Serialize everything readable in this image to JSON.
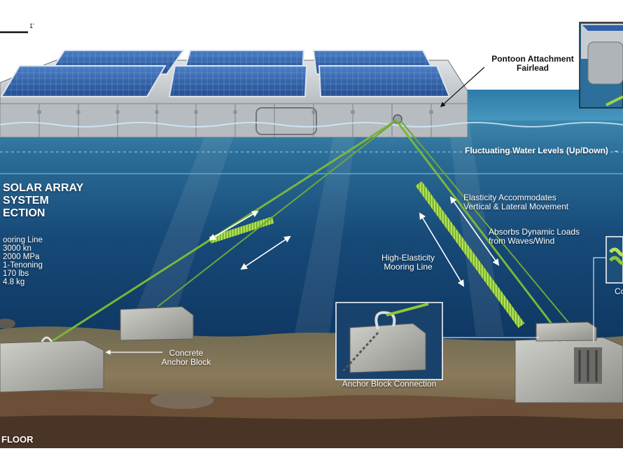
{
  "diagram": {
    "title_lines": [
      "SOLAR ARRAY",
      "SYSTEM",
      "ECTION"
    ],
    "specs": [
      "ooring Line",
      "3000 kn",
      "2000 MPa",
      "1-Tenoning",
      "170 lbs",
      "4.8 kg"
    ],
    "scale_label": "1'",
    "labels": {
      "fairlead": [
        "Pontoon Attachment",
        "Fairlead"
      ],
      "water_levels": "Fluctuating Water Levels (Up/Down)",
      "elasticity": [
        "Elasticity Accommodates",
        "Vertical & Lateral Movement"
      ],
      "dynamic_loads": [
        "Absorbs Dynamic Loads",
        "from Waves/Wind"
      ],
      "mooring_line": [
        "High-Elasticity",
        "Mooring Line"
      ],
      "anchor_block": [
        "Concrete",
        "Anchor Block"
      ],
      "anchor_connection": "Anchor Block Connection",
      "right_inset_partial": "Co",
      "seafloor": "FLOOR"
    },
    "colors": {
      "sky": "#ffffff",
      "sea_surface": "#2a6f95",
      "deep_water": "#0f3a63",
      "seabed": "#8a6b4a",
      "mooring_line": "#8fc83a",
      "concrete": "#b8b8b4",
      "panel": "#2f5fa8"
    }
  }
}
